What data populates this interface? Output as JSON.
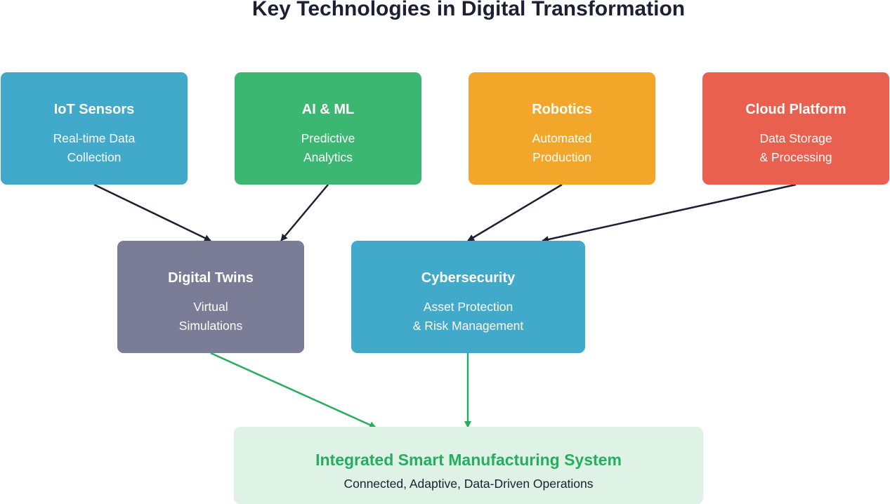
{
  "title": "Key Technologies in Digital Transformation",
  "colors": {
    "blue": "#41a9c9",
    "green": "#3cb772",
    "orange": "#f2a72a",
    "red": "#e9604f",
    "slate": "#7b7c96",
    "result_bg": "#def2e5",
    "result_title": "#27ad5f",
    "arrow_dark": "#1c2033",
    "arrow_green": "#27ad5f"
  },
  "nodes": {
    "iot": {
      "title": "IoT Sensors",
      "desc": "Real-time Data\nCollection"
    },
    "ai": {
      "title": "AI & ML",
      "desc": "Predictive\nAnalytics"
    },
    "robotics": {
      "title": "Robotics",
      "desc": "Automated\nProduction"
    },
    "cloud": {
      "title": "Cloud Platform",
      "desc": "Data Storage\n& Processing"
    },
    "twins": {
      "title": "Digital Twins",
      "desc": "Virtual\nSimulations"
    },
    "cyber": {
      "title": "Cybersecurity",
      "desc": "Asset Protection\n& Risk Management"
    }
  },
  "result": {
    "title": "Integrated Smart Manufacturing System",
    "desc": "Connected, Adaptive, Data-Driven Operations"
  },
  "connections": [
    {
      "from": "iot",
      "to": "twins",
      "style": "dark"
    },
    {
      "from": "ai",
      "to": "twins",
      "style": "dark"
    },
    {
      "from": "robotics",
      "to": "cyber",
      "style": "dark"
    },
    {
      "from": "cloud",
      "to": "cyber",
      "style": "dark"
    },
    {
      "from": "twins",
      "to": "result",
      "style": "green"
    },
    {
      "from": "cyber",
      "to": "result",
      "style": "green"
    }
  ]
}
